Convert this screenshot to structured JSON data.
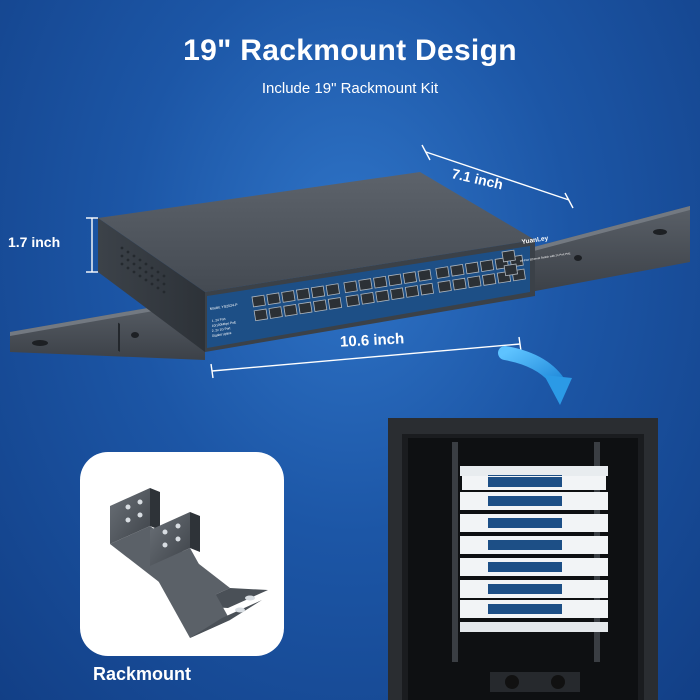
{
  "header": {
    "title": "19\" Rackmount Design",
    "subtitle": "Include 19\" Rackmount Kit"
  },
  "dimensions": {
    "depth": "7.1 inch",
    "height": "1.7 inch",
    "width": "10.6 inch"
  },
  "switch": {
    "brand": "YuanLey",
    "model": "Model: YS2024-P",
    "specs": [
      "1. 24 Port",
      "10/100Mbps PoE",
      "2. 2x 1G Port",
      "Gigabit Uplink"
    ],
    "desc": "26-Port Ethernet Switch with 24 Port PoE"
  },
  "rackmount": {
    "label": "Rackmount"
  },
  "colors": {
    "background": "#1c56a6",
    "switch_body": "#4a5058",
    "port_panel": "#1d4f86",
    "arrow": "#3aa8e8"
  }
}
